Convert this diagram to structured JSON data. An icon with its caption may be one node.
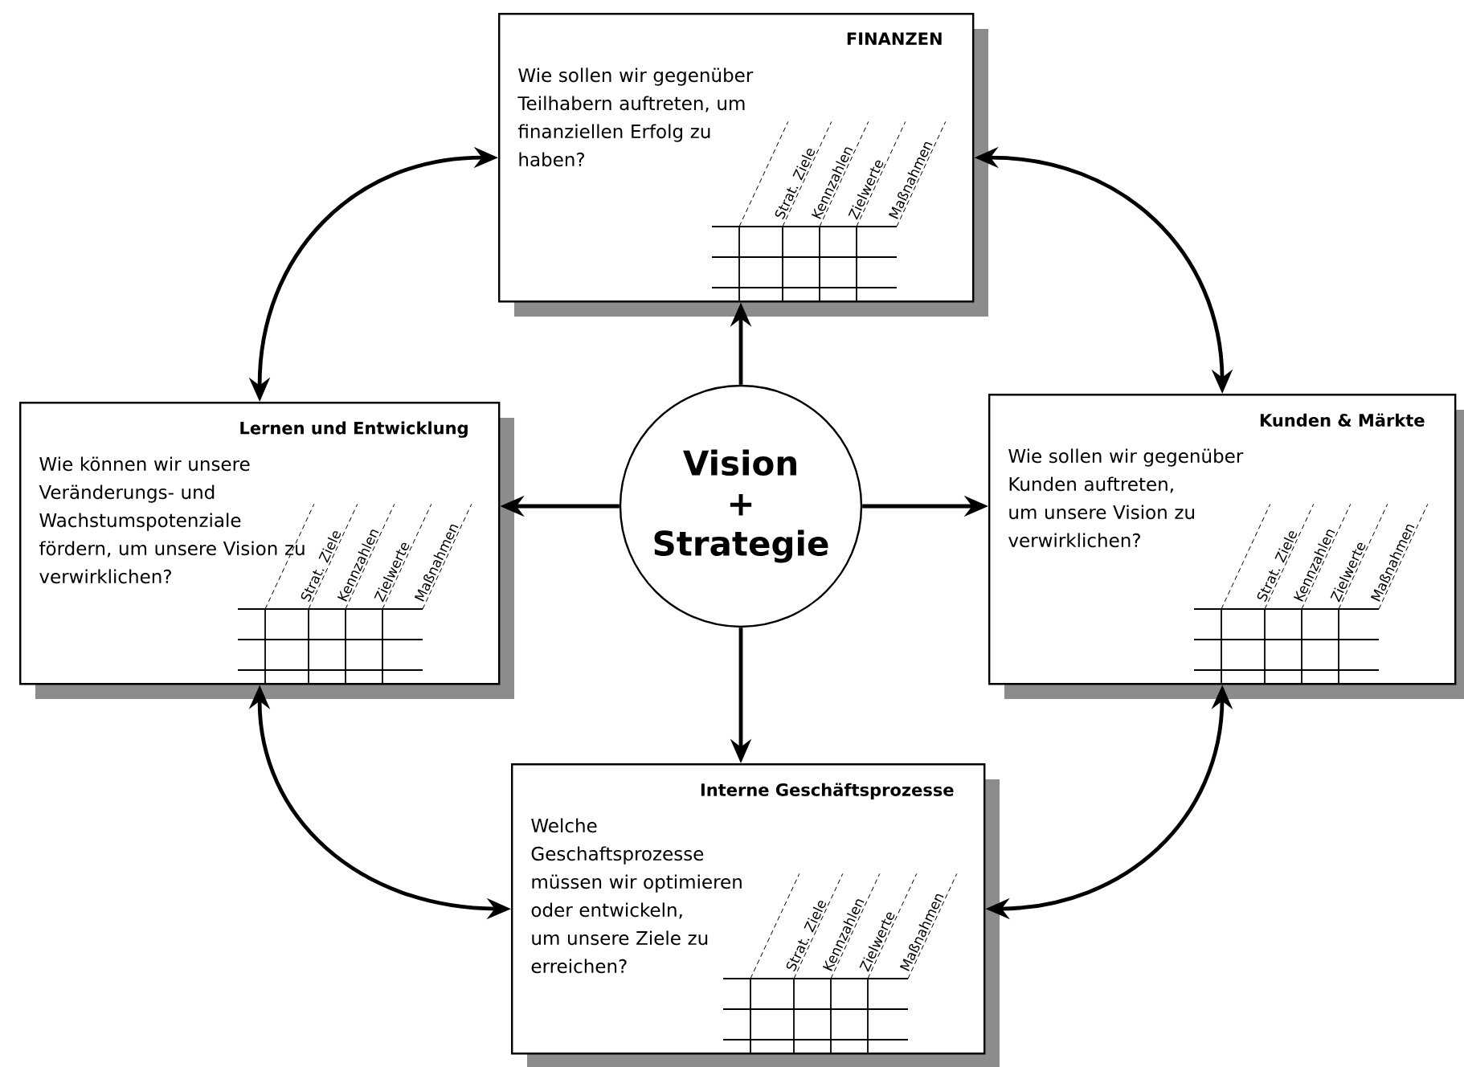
{
  "diagram": {
    "nodes": [
      {
        "text": [
          "FINANZEN",
          "Wie sollen wir gegenüber Teilhabern auftreten, um finanziellen Erfolg zu haben?",
          "Strat. Ziele",
          "Kennzahlen",
          "Zielwerte",
          "Maßnahmen"
        ]
      },
      {
        "text": [
          "Lernen und Entwicklung",
          "Wie können wir unsere Veränderungs- und Wachstumspotenziale fördern, um unsere Vision zu verwirklichen?",
          "Strat. Ziele",
          "Kennzahlen",
          "Zielwerte",
          "Maßnahmen"
        ]
      },
      {
        "text": [
          "Vision",
          "+",
          "Strategie"
        ]
      },
      {
        "text": [
          "Kunden & Märkte",
          "Wie sollen wir gegenüber Kunden auftreten, um unsere Vision zu verwirklichen?",
          "Strat. Ziele",
          "Kennzahlen",
          "Zielwerte",
          "Maßnahmen"
        ]
      },
      {
        "text": [
          "Interne Geschäftsprozesse",
          "Welche Geschaftsprozesse müssen wir optimieren oder entwickeln, um unsere Ziele zu erreichen?",
          "Strat. Ziele",
          "Kennzahlen",
          "Zielwerte",
          "Maßnahmen"
        ]
      }
    ],
    "edges": [
      {
        "from": 2,
        "to": 0,
        "arrow": "to"
      },
      {
        "from": 2,
        "to": 1,
        "arrow": "to"
      },
      {
        "from": 2,
        "to": 3,
        "arrow": "to"
      },
      {
        "from": 2,
        "to": 4,
        "arrow": "to"
      },
      {
        "from": 0,
        "to": 1,
        "arrow": "both"
      },
      {
        "from": 0,
        "to": 3,
        "arrow": "both"
      },
      {
        "from": 1,
        "to": 4,
        "arrow": "both"
      },
      {
        "from": 3,
        "to": 4,
        "arrow": "both"
      }
    ]
  }
}
